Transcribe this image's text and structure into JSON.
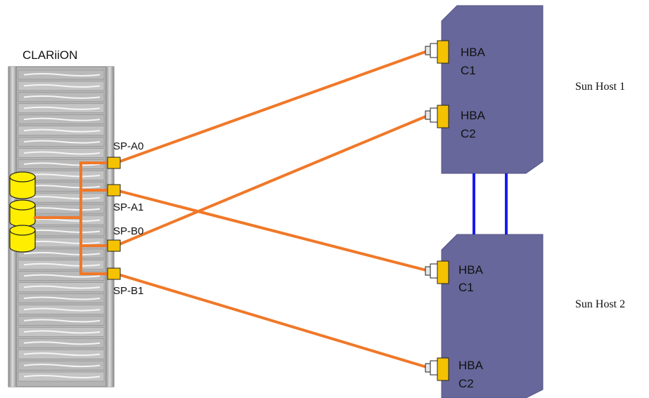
{
  "storage": {
    "title": "CLARiiON"
  },
  "ports": [
    {
      "label": "SP-A0"
    },
    {
      "label": "SP-A1"
    },
    {
      "label": "SP-B0"
    },
    {
      "label": "SP-B1"
    }
  ],
  "hosts": [
    {
      "name": "Sun Host 1",
      "hbas": [
        {
          "line1": "HBA",
          "line2": "C1"
        },
        {
          "line1": "HBA",
          "line2": "C2"
        }
      ]
    },
    {
      "name": "Sun Host  2",
      "hbas": [
        {
          "line1": "HBA",
          "line2": "C1"
        },
        {
          "line1": "HBA",
          "line2": "C2"
        }
      ]
    }
  ],
  "colors": {
    "cable": "#f07828",
    "host_fill": "#67679b",
    "interconnect": "#1a1aee",
    "port": "#f5c200",
    "disk": "#ffee00",
    "rack": "#b4b4b4"
  }
}
